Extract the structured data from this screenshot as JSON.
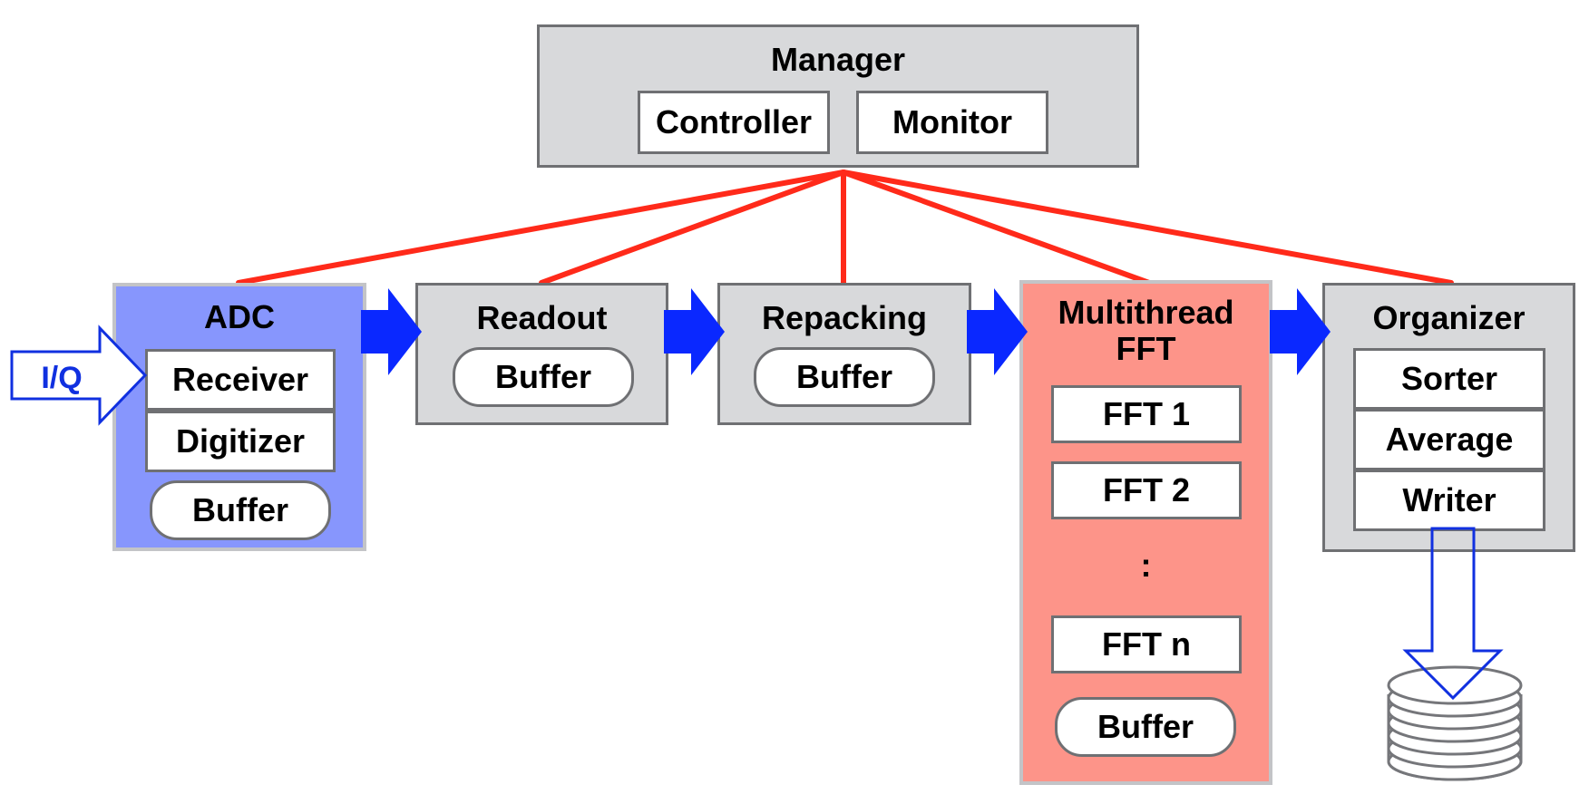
{
  "manager": {
    "title": "Manager",
    "controller": "Controller",
    "monitor": "Monitor"
  },
  "adc": {
    "title": "ADC",
    "receiver": "Receiver",
    "digitizer": "Digitizer",
    "buffer": "Buffer"
  },
  "input_label": "I/Q",
  "readout": {
    "title": "Readout",
    "buffer": "Buffer"
  },
  "repacking": {
    "title": "Repacking",
    "buffer": "Buffer"
  },
  "fft": {
    "title_line1": "Multithread",
    "title_line2": "FFT",
    "units": [
      "FFT 1",
      "FFT 2",
      "FFT n"
    ],
    "ellipsis": ":",
    "buffer": "Buffer"
  },
  "organizer": {
    "title": "Organizer",
    "sorter": "Sorter",
    "average": "Average",
    "writer": "Writer"
  },
  "colors": {
    "control_line": "#ff2a1a",
    "flow_arrow": "#0a28ff",
    "adc_fill": "#8796fd",
    "fft_fill": "#fd9489",
    "box_fill": "#d8d9db",
    "io_arrow": "#1030e0",
    "disk_stroke": "#75767a"
  }
}
